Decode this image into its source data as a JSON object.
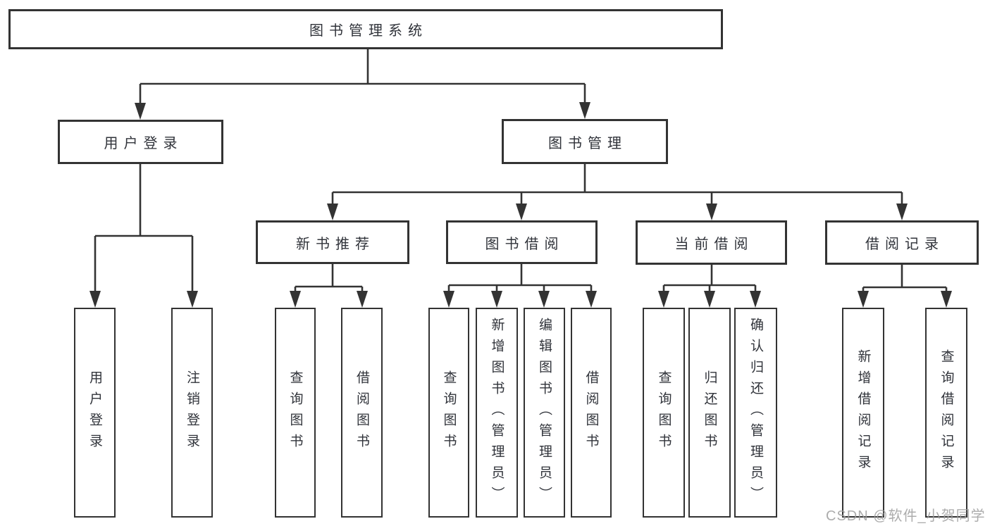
{
  "nodes": {
    "root": {
      "label": "图书管理系统"
    },
    "login": {
      "label": "用户登录",
      "children": [
        {
          "label": "用户登录"
        },
        {
          "label": "注销登录"
        }
      ]
    },
    "mgmt": {
      "label": "图书管理",
      "children": [
        {
          "label": "新书推荐",
          "children": [
            {
              "label": "查询图书"
            },
            {
              "label": "借阅图书"
            }
          ]
        },
        {
          "label": "图书借阅",
          "children": [
            {
              "label": "查询图书"
            },
            {
              "label": "新增图书（管理员）"
            },
            {
              "label": "编辑图书（管理员）"
            },
            {
              "label": "借阅图书"
            }
          ]
        },
        {
          "label": "当前借阅",
          "children": [
            {
              "label": "查询图书"
            },
            {
              "label": "归还图书"
            },
            {
              "label": "确认归还（管理员）"
            }
          ]
        },
        {
          "label": "借阅记录",
          "children": [
            {
              "label": "新增借阅记录"
            },
            {
              "label": "查询借阅记录"
            }
          ]
        }
      ]
    }
  },
  "watermark": {
    "text": "CSDN @软件_小贺同学"
  },
  "colors": {
    "line": "#333333",
    "box_border": "#333333",
    "box_fill": "#ffffff",
    "text": "#30333a",
    "watermark": "#9e9e9e",
    "background": "#ffffff"
  }
}
